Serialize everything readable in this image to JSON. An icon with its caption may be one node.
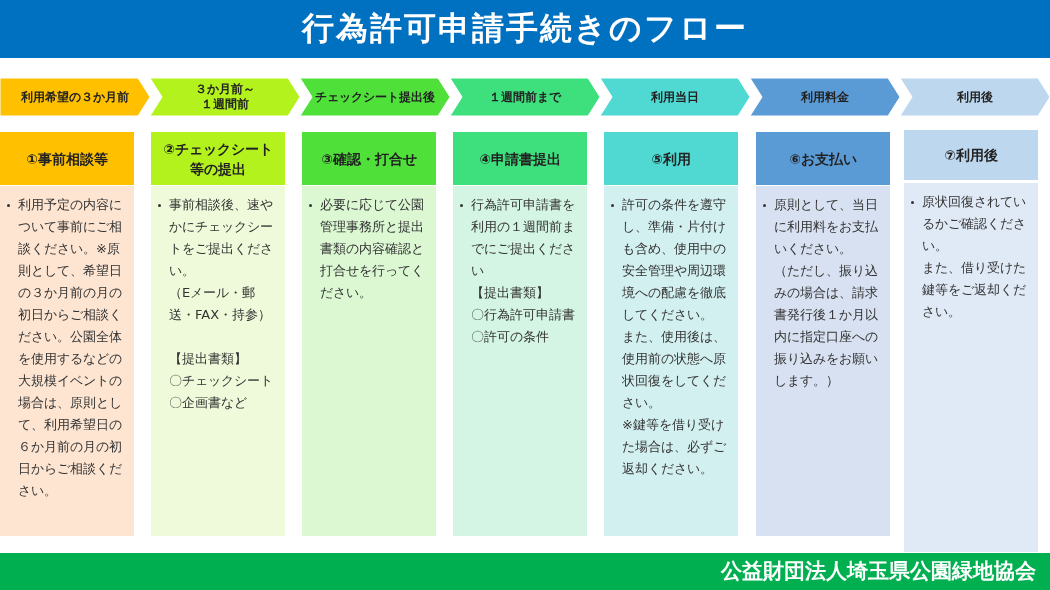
{
  "diagram": {
    "title": "行為許可申請手続きのフロー",
    "nodes": [
      {
        "text": [
          "利用希望の３か月前"
        ]
      },
      {
        "text": [
          "３か月前～１週間前"
        ]
      },
      {
        "text": [
          "チェックシート提出後"
        ]
      },
      {
        "text": [
          "１週間前まで"
        ]
      },
      {
        "text": [
          "利用当日"
        ]
      },
      {
        "text": [
          "利用料金"
        ]
      },
      {
        "text": [
          "利用後"
        ]
      },
      {
        "text": [
          "①事前相談等"
        ]
      },
      {
        "text": [
          "利用予定の内容について事前にご相談ください。※原則として、希望日の３か月前の月の初日からご相談ください。公園全体を使用するなどの大規模イベントの場合は、原則として、利用希望日の６か月前の月の初日からご相談ください。"
        ]
      },
      {
        "text": [
          "②チェックシート等の提出"
        ]
      },
      {
        "text": [
          "事前相談後、速やかにチェックシートをご提出ください。",
          "（Eメール・郵送・FAX・持参）",
          "【提出書類】",
          "〇チェックシート",
          "〇企画書など"
        ]
      },
      {
        "text": [
          "③確認・打合せ"
        ]
      },
      {
        "text": [
          "必要に応じて公園管理事務所と提出書類の内容確認と打合せを行ってください。"
        ]
      },
      {
        "text": [
          "④申請書提出"
        ]
      },
      {
        "text": [
          "行為許可申請書を利用の１週間前までにご提出ください",
          "【提出書類】",
          "〇行為許可申請書",
          "〇許可の条件"
        ]
      },
      {
        "text": [
          "⑤利用"
        ]
      },
      {
        "text": [
          "許可の条件を遵守し、準備・片付けも含め、使用中の安全管理や周辺環境への配慮を徹底してください。",
          "また、使用後は、使用前の状態へ原状回復をしてください。",
          "※鍵等を借り受けた場合は、必ずご返却ください。"
        ]
      },
      {
        "text": [
          "⑥お支払い"
        ]
      },
      {
        "text": [
          "原則として、当日に利用料をお支払いください。",
          "（ただし、振り込みの場合は、請求書発行後１か月以内に指定口座への振り込みをお願いします。）"
        ]
      },
      {
        "text": [
          "⑦利用後"
        ]
      },
      {
        "text": [
          "原状回復されているかご確認ください。",
          "また、借り受けた鍵等をご返却ください。"
        ]
      }
    ],
    "edges": [],
    "labels": [
      "公益財団法人埼玉県公園緑地協会"
    ]
  }
}
